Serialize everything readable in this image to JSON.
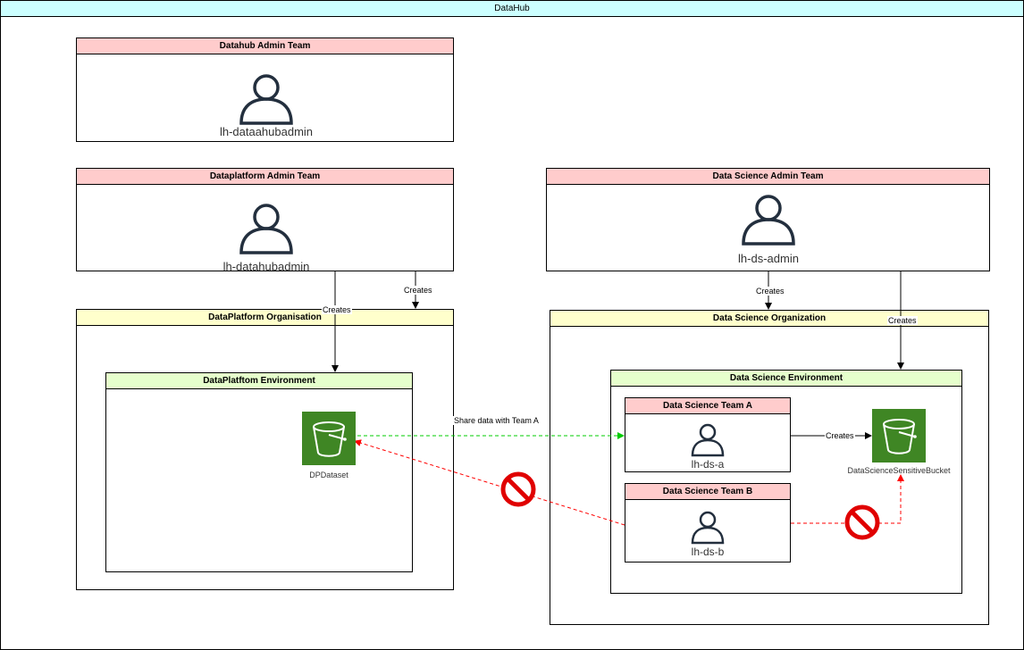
{
  "frame": {
    "title": "DataHub"
  },
  "datahub_admin": {
    "title": "Datahub Admin Team",
    "user": "lh-dataahubadmin"
  },
  "dataplatform_admin": {
    "title": "Dataplatform Admin Team",
    "user": "lh-datahubadmin"
  },
  "ds_admin": {
    "title": "Data Science Admin Team",
    "user": "lh-ds-admin"
  },
  "dp_org": {
    "title": "DataPlatform Organisation"
  },
  "dp_env": {
    "title": "DataPlatftom Environment"
  },
  "ds_org": {
    "title": "Data Science Organization"
  },
  "ds_env": {
    "title": "Data Science Environment"
  },
  "team_a": {
    "title": "Data Science Team A",
    "user": "lh-ds-a"
  },
  "team_b": {
    "title": "Data Science Team B",
    "user": "lh-ds-b"
  },
  "buckets": {
    "dp": {
      "label": "DPDataset",
      "icon": "s3-bucket-icon"
    },
    "ds": {
      "label": "DataScienceSensitiveBucket",
      "icon": "s3-bucket-icon"
    }
  },
  "edges": {
    "creates_1": "Creates",
    "creates_2": "Creates",
    "creates_3": "Creates",
    "creates_4": "Creates",
    "creates_5": "Creates",
    "share": "Share data with Team A"
  },
  "colors": {
    "pink": "#ffcccc",
    "yellow": "#ffffcc",
    "green": "#e6ffcc",
    "cyan": "#ccffff",
    "bucket": "#3f8624",
    "allowed": "#00cc00",
    "denied": "#ff0000"
  }
}
